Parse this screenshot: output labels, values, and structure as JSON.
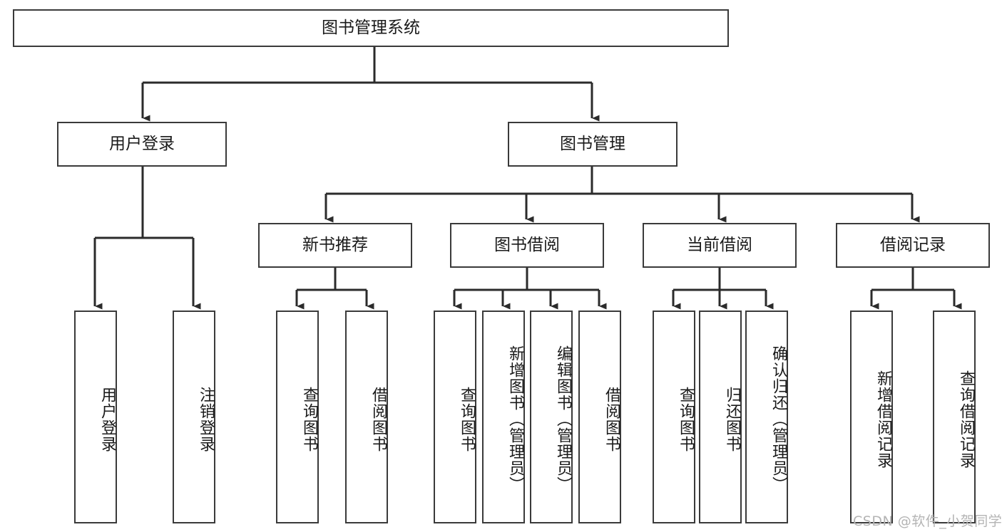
{
  "diagram": {
    "title": "图书管理系统",
    "type": "tree-hierarchy",
    "watermark": "CSDN @软件_小贺同学",
    "colors": {
      "border": "#3a3a3a",
      "background": "#ffffff",
      "text": "#1a1a1a",
      "edge": "#2b2b2b",
      "watermark": "#b4b4b4"
    },
    "nodes": {
      "root": {
        "label": "图书管理系统"
      },
      "level2": [
        {
          "id": "user-login",
          "label": "用户登录"
        },
        {
          "id": "book-manage",
          "label": "图书管理"
        }
      ],
      "level3": [
        {
          "id": "new-book-rec",
          "label": "新书推荐"
        },
        {
          "id": "book-borrow",
          "label": "图书借阅"
        },
        {
          "id": "current-borrow",
          "label": "当前借阅"
        },
        {
          "id": "borrow-record",
          "label": "借阅记录"
        }
      ],
      "leaves": {
        "user_login": [
          {
            "id": "leaf-user-login",
            "label": "用户登录"
          },
          {
            "id": "leaf-logout",
            "label": "注销登录"
          }
        ],
        "new_book_rec": [
          {
            "id": "leaf-query-book-1",
            "label": "查询图书"
          },
          {
            "id": "leaf-borrow-book-1",
            "label": "借阅图书"
          }
        ],
        "book_borrow": [
          {
            "id": "leaf-query-book-2",
            "label": "查询图书"
          },
          {
            "id": "leaf-add-book",
            "label": "新增图书（管理员）"
          },
          {
            "id": "leaf-edit-book",
            "label": "编辑图书（管理员）"
          },
          {
            "id": "leaf-borrow-book-2",
            "label": "借阅图书"
          }
        ],
        "current_borrow": [
          {
            "id": "leaf-query-book-3",
            "label": "查询图书"
          },
          {
            "id": "leaf-return-book",
            "label": "归还图书"
          },
          {
            "id": "leaf-confirm-return",
            "label": "确认归还（管理员）"
          }
        ],
        "borrow_record": [
          {
            "id": "leaf-add-record",
            "label": "新增借阅记录"
          },
          {
            "id": "leaf-query-record",
            "label": "查询借阅记录"
          }
        ]
      }
    }
  }
}
